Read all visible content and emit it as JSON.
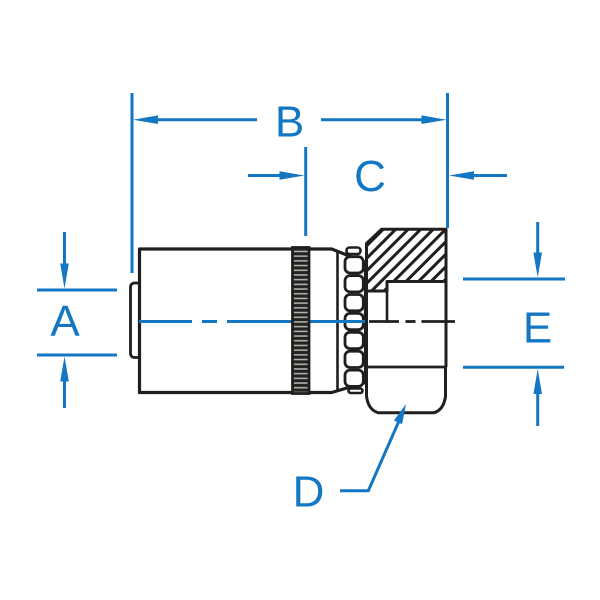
{
  "diagram": {
    "type": "engineering-dimension-drawing",
    "subject": "crimp hose fitting with female swivel nut, partial section side view",
    "labels": {
      "A": "A",
      "B": "B",
      "C": "C",
      "D": "D",
      "E": "E"
    },
    "colors": {
      "dimension_blue": "#1377c4",
      "line_black": "#211e1e",
      "background": "#ffffff"
    }
  }
}
